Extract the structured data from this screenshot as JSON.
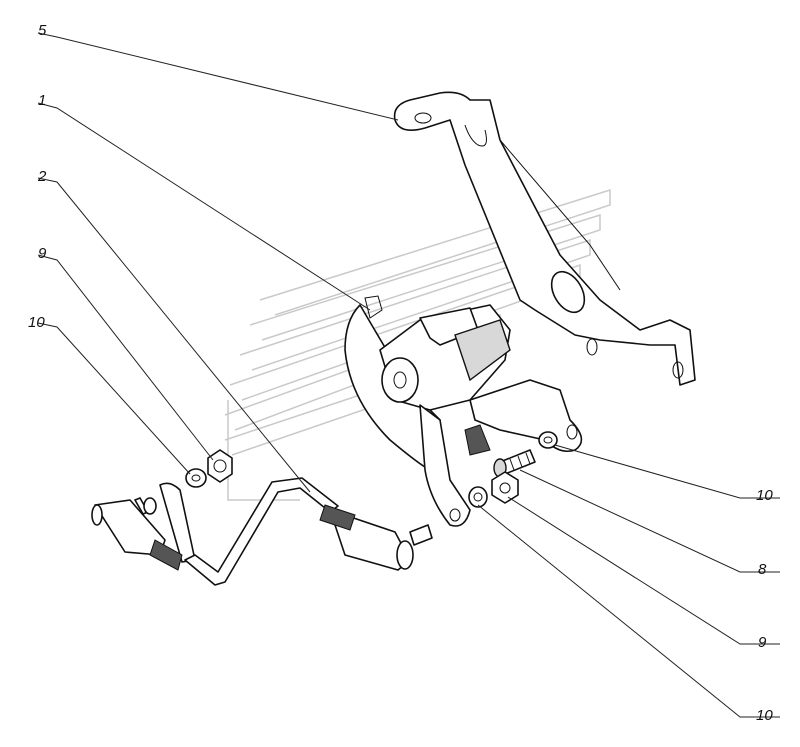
{
  "callouts": [
    {
      "id": "c5",
      "text": "5"
    },
    {
      "id": "c1",
      "text": "1"
    },
    {
      "id": "c2",
      "text": "2"
    },
    {
      "id": "c9a",
      "text": "9"
    },
    {
      "id": "c10a",
      "text": "10"
    },
    {
      "id": "c10b",
      "text": "10"
    },
    {
      "id": "c8",
      "text": "8"
    },
    {
      "id": "c9b",
      "text": "9"
    },
    {
      "id": "c10c",
      "text": "10"
    }
  ]
}
